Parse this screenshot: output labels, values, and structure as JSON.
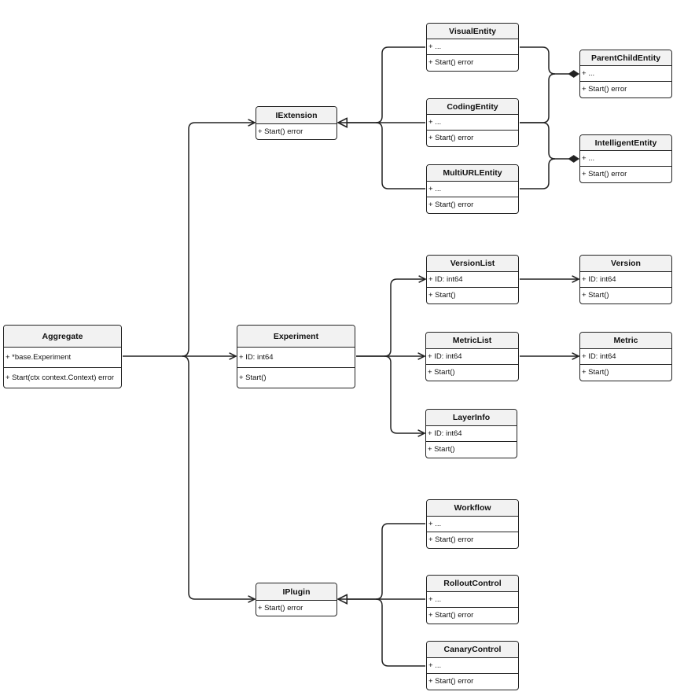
{
  "classes": {
    "aggregate": {
      "name": "Aggregate",
      "fields": [
        "+ *base.Experiment"
      ],
      "methods": [
        "+ Start(ctx context.Context) error"
      ]
    },
    "iextension": {
      "name": "IExtension",
      "methods": [
        "+ Start() error"
      ]
    },
    "experiment": {
      "name": "Experiment",
      "fields": [
        "+ ID: int64"
      ],
      "methods": [
        "+ Start()"
      ]
    },
    "iplugin": {
      "name": "IPlugin",
      "methods": [
        "+ Start() error"
      ]
    },
    "visual_entity": {
      "name": "VisualEntity",
      "fields": [
        "+ ..."
      ],
      "methods": [
        "+ Start() error"
      ]
    },
    "coding_entity": {
      "name": "CodingEntity",
      "fields": [
        "+ ..."
      ],
      "methods": [
        "+ Start() error"
      ]
    },
    "multiurl_entity": {
      "name": "MultiURLEntity",
      "fields": [
        "+ ..."
      ],
      "methods": [
        "+ Start() error"
      ]
    },
    "parent_child": {
      "name": "ParentChildEntity",
      "fields": [
        "+ ..."
      ],
      "methods": [
        "+ Start() error"
      ]
    },
    "intelligent": {
      "name": "IntelligentEntity",
      "fields": [
        "+ ..."
      ],
      "methods": [
        "+ Start() error"
      ]
    },
    "version_list": {
      "name": "VersionList",
      "fields": [
        "+ ID: int64"
      ],
      "methods": [
        "+ Start()"
      ]
    },
    "version": {
      "name": "Version",
      "fields": [
        "+ ID: int64"
      ],
      "methods": [
        "+ Start()"
      ]
    },
    "metric_list": {
      "name": "MetricList",
      "fields": [
        "+ ID: int64"
      ],
      "methods": [
        "+ Start()"
      ]
    },
    "metric": {
      "name": "Metric",
      "fields": [
        "+ ID: int64"
      ],
      "methods": [
        "+ Start()"
      ]
    },
    "layer_info": {
      "name": "LayerInfo",
      "fields": [
        "+ ID: int64"
      ],
      "methods": [
        "+ Start()"
      ]
    },
    "workflow": {
      "name": "Workflow",
      "fields": [
        "+ ..."
      ],
      "methods": [
        "+ Start() error"
      ]
    },
    "rollout_control": {
      "name": "RolloutControl",
      "fields": [
        "+ ..."
      ],
      "methods": [
        "+ Start() error"
      ]
    },
    "canary_control": {
      "name": "CanaryControl",
      "fields": [
        "+ ..."
      ],
      "methods": [
        "+ Start() error"
      ]
    }
  }
}
